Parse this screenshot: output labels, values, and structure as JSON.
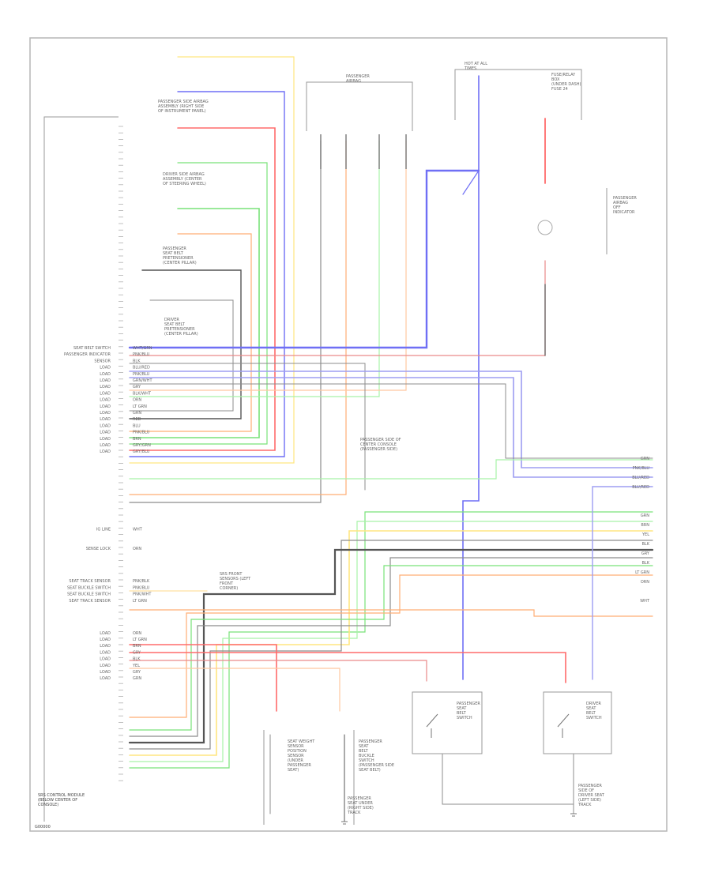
{
  "diagram": {
    "module_label_lines": [
      "SRS CONTROL MODULE",
      "(BELOW CENTER OF",
      "CONSOLE)"
    ],
    "footer_id": "G00000"
  },
  "left_pin_labels": [
    {
      "text": "SEAT BELT SWITCH",
      "row": 0
    },
    {
      "text": "PASSENGER INDICATOR",
      "row": 1
    },
    {
      "text": "SENSOR",
      "row": 2
    },
    {
      "text": "LOAD",
      "row": 3
    },
    {
      "text": "LOAD",
      "row": 4
    },
    {
      "text": "LOAD",
      "row": 5
    },
    {
      "text": "LOAD",
      "row": 6
    },
    {
      "text": "LOAD",
      "row": 7
    },
    {
      "text": "LOAD",
      "row": 8
    },
    {
      "text": "LOAD",
      "row": 9
    },
    {
      "text": "LOAD",
      "row": 10
    },
    {
      "text": "LOAD",
      "row": 11
    },
    {
      "text": "LOAD",
      "row": 12
    },
    {
      "text": "LOAD",
      "row": 13
    },
    {
      "text": "LOAD",
      "row": 14
    },
    {
      "text": "LOAD",
      "row": 15
    },
    {
      "text": "LOAD",
      "row": 16
    },
    {
      "text": "IG LINE",
      "row": 28
    },
    {
      "text": "SENSE LOCK",
      "row": 31
    },
    {
      "text": "SEAT TRACK SENSOR",
      "row": 36
    },
    {
      "text": "SEAT BUCKLE SWITCH",
      "row": 37
    },
    {
      "text": "SEAT BUCKLE SWITCH",
      "row": 38
    },
    {
      "text": "SEAT TRACK SENSOR",
      "row": 39
    },
    {
      "text": "LOAD",
      "row": 44
    },
    {
      "text": "LOAD",
      "row": 45
    },
    {
      "text": "LOAD",
      "row": 46
    },
    {
      "text": "LOAD",
      "row": 47
    },
    {
      "text": "LOAD",
      "row": 48
    },
    {
      "text": "LOAD",
      "row": 49
    },
    {
      "text": "LOAD",
      "row": 50
    },
    {
      "text": "LOAD",
      "row": 51
    }
  ],
  "wire_codes": [
    {
      "code": "WHT/GRN",
      "row": 0
    },
    {
      "code": "PNK/BLU",
      "row": 1
    },
    {
      "code": "BLK",
      "row": 2
    },
    {
      "code": "BLU/RED",
      "row": 3
    },
    {
      "code": "PNK/BLU",
      "row": 4
    },
    {
      "code": "GRN/WHT",
      "row": 5
    },
    {
      "code": "GRY",
      "row": 6
    },
    {
      "code": "BLK/WHT",
      "row": 7
    },
    {
      "code": "ORN",
      "row": 8
    },
    {
      "code": "LT GRN",
      "row": 9
    },
    {
      "code": "GRN",
      "row": 10
    },
    {
      "code": "RED",
      "row": 11
    },
    {
      "code": "BLU",
      "row": 12
    },
    {
      "code": "PNK/BLU",
      "row": 13
    },
    {
      "code": "BRN",
      "row": 14
    },
    {
      "code": "GRY/GRN",
      "row": 15
    },
    {
      "code": "GRY/BLU",
      "row": 16
    },
    {
      "code": "WHT",
      "row": 28
    },
    {
      "code": "ORN",
      "row": 31
    },
    {
      "code": "PNK/BLK",
      "row": 36
    },
    {
      "code": "PNK/BLU",
      "row": 37
    },
    {
      "code": "PNK/WHT",
      "row": 38
    },
    {
      "code": "LT GRN",
      "row": 39
    },
    {
      "code": "ORN",
      "row": 44
    },
    {
      "code": "LT GRN",
      "row": 45
    },
    {
      "code": "BRN",
      "row": 46
    },
    {
      "code": "GRY",
      "row": 47
    },
    {
      "code": "BLK",
      "row": 48
    },
    {
      "code": "YEL",
      "row": 49
    },
    {
      "code": "GRY",
      "row": 50
    },
    {
      "code": "GRN",
      "row": 51
    }
  ],
  "top_labels": {
    "block1": [
      "PASSENGER SIDE AIRBAG",
      "ASSEMBLY (RIGHT SIDE",
      "OF INSTRUMENT PANEL)"
    ],
    "block2": [
      "DRIVER SIDE AIRBAG",
      "ASSEMBLY (CENTER",
      "OF STEERING WHEEL)"
    ],
    "block3": [
      "PASSENGER",
      "SEAT BELT",
      "PRETENSIONER",
      "(CENTER PILLAR)"
    ],
    "block4": [
      "DRIVER",
      "SEAT BELT",
      "PRETENSIONER",
      "(CENTER PILLAR)"
    ],
    "pass_box": [
      "PASSENGER",
      "AIRBAG"
    ],
    "fuse_top": [
      "HOT AT ALL",
      "TIMES"
    ],
    "fuse_right": [
      "FUSE/RELAY",
      "BOX",
      "(UNDER DASH)",
      "FUSE 24"
    ],
    "indicator_box": [
      "PASSENGER",
      "AIRBAG",
      "OFF",
      "INDICATOR"
    ]
  },
  "middle_labels": {
    "inline_conn": [
      "PASSENGER SIDE OF",
      "CENTER CONSOLE",
      "(PASSENGER SIDE)"
    ],
    "sub_harness": [
      "SRS FRONT",
      "SENSORS (LEFT",
      "FRONT",
      "CORNER)"
    ]
  },
  "bottom_labels": {
    "seat_block": [
      "SEAT WEIGHT",
      "SENSOR",
      "POSITION",
      "SENSOR",
      "(UNDER",
      "PASSENGER",
      "SEAT)"
    ],
    "pass_buckle": [
      "PASSENGER",
      "SEAT",
      "BELT",
      "BUCKLE",
      "SWITCH",
      "(PASSENGER SIDE",
      "SEAT BELT)"
    ],
    "pass_buckle_box": [
      "PASSENGER",
      "SEAT",
      "BELT",
      "SWITCH"
    ],
    "drv_buckle_box": [
      "DRIVER",
      "SEAT",
      "BELT",
      "SWITCH"
    ],
    "pass_ground": [
      "PASSENGER",
      "SEAT UNDER",
      "(RIGHT SIDE)",
      "TRACK"
    ],
    "drv_ground": [
      "PASSENGER",
      "SIDE OF",
      "DRIVER SEAT",
      "(LEFT SIDE)",
      "TRACK"
    ]
  },
  "right_wire_codes": [
    {
      "code": "GRN",
      "row": 0
    },
    {
      "code": "PNK/BLU",
      "row": 1
    },
    {
      "code": "BLU/RED",
      "row": 2
    },
    {
      "code": "BLU/RED",
      "row": 3
    },
    {
      "code": "GRN",
      "row": 6
    },
    {
      "code": "BRN",
      "row": 7
    },
    {
      "code": "YEL",
      "row": 8
    },
    {
      "code": "BLK",
      "row": 9
    },
    {
      "code": "GRY",
      "row": 10
    },
    {
      "code": "BLK",
      "row": 11
    },
    {
      "code": "LT GRN",
      "row": 12
    },
    {
      "code": "ORN",
      "row": 13
    },
    {
      "code": "WHT",
      "row": 15
    }
  ],
  "colors": {
    "red": "#ff6b6b",
    "blue": "#6f6ff5",
    "green": "#79e279",
    "orange": "#ffae74",
    "yellow": "#ffe680",
    "gray": "#8c8c8c",
    "dark": "#555555",
    "pink": "#e98a8a",
    "lightgreen": "#a8f2a8",
    "peach": "#ffc8a0",
    "purple": "#9d9df2",
    "frame": "#b5b5b5"
  }
}
